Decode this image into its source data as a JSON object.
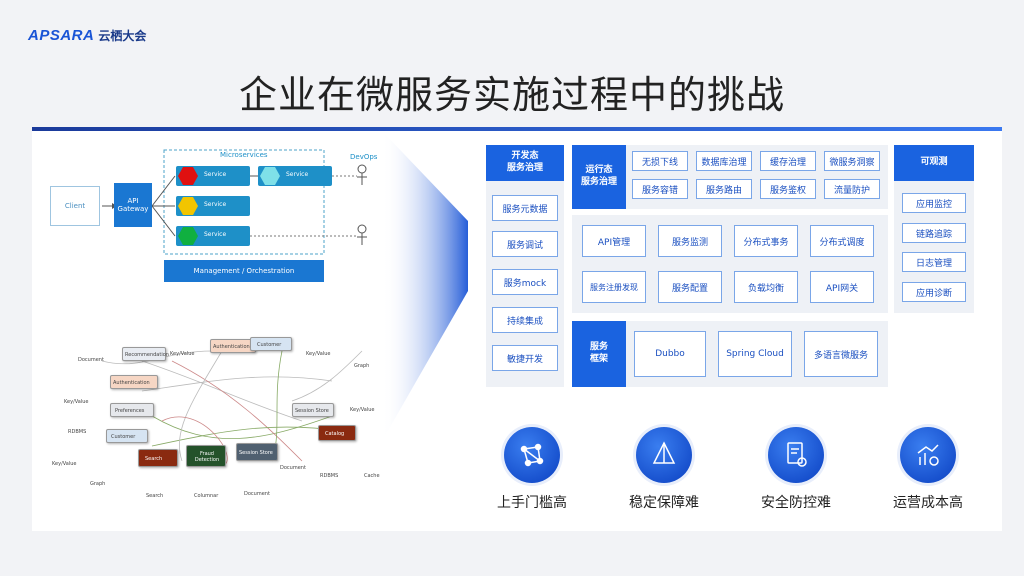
{
  "header": {
    "brand": "APSARA",
    "brand_cn": "云栖大会",
    "title": "企业在微服务实施过程中的挑战"
  },
  "diagram": {
    "client": "Client",
    "gateway": "API Gateway",
    "microservices": "Microservices",
    "devops": "DevOps",
    "services": [
      "Service",
      "Service",
      "Service"
    ],
    "service_right": "Service",
    "management": "Management / Orchestration",
    "nodes": [
      {
        "label": "Document"
      },
      {
        "label": "Key/Value"
      },
      {
        "label": "Key/Value"
      },
      {
        "label": "Graph"
      },
      {
        "label": "Key/Value"
      },
      {
        "label": "RDBMS"
      },
      {
        "label": "Key/Value"
      },
      {
        "label": "Graph"
      },
      {
        "label": "Key/Value"
      },
      {
        "label": "Search"
      },
      {
        "label": "Columnar"
      },
      {
        "label": "Document"
      },
      {
        "label": "Document"
      },
      {
        "label": "RDBMS"
      },
      {
        "label": "Cache"
      }
    ],
    "inner": [
      "Recommendation",
      "Authentication",
      "Customer",
      "Authentication",
      "Preferences",
      "Session Store",
      "Customer",
      "Search",
      "Fraud Detection",
      "Session Store",
      "Catalog"
    ]
  },
  "dev": {
    "header": "开发态\n服务治理",
    "items": [
      "服务元数据",
      "服务调试",
      "服务mock",
      "持续集成",
      "敏捷开发"
    ]
  },
  "run": {
    "header": "运行态\n服务治理",
    "top": [
      "无损下线",
      "数据库治理",
      "缓存治理",
      "微服务洞察",
      "服务容错",
      "服务路由",
      "服务鉴权",
      "流量防护"
    ],
    "mid": [
      "API管理",
      "服务监测",
      "分布式事务",
      "分布式调度",
      "服务注册发现",
      "服务配置",
      "负载均衡",
      "API网关"
    ]
  },
  "framework": {
    "header": "服务\n框架",
    "items": [
      "Dubbo",
      "Spring Cloud",
      "多语言微服务"
    ]
  },
  "observe": {
    "header": "可观测",
    "items": [
      "应用监控",
      "链路追踪",
      "日志管理",
      "应用诊断"
    ]
  },
  "challenges": [
    "上手门槛高",
    "稳定保障难",
    "安全防控难",
    "运营成本高"
  ],
  "colors": {
    "accent": "#1a55d6",
    "header_blue": "#1a63e0"
  }
}
